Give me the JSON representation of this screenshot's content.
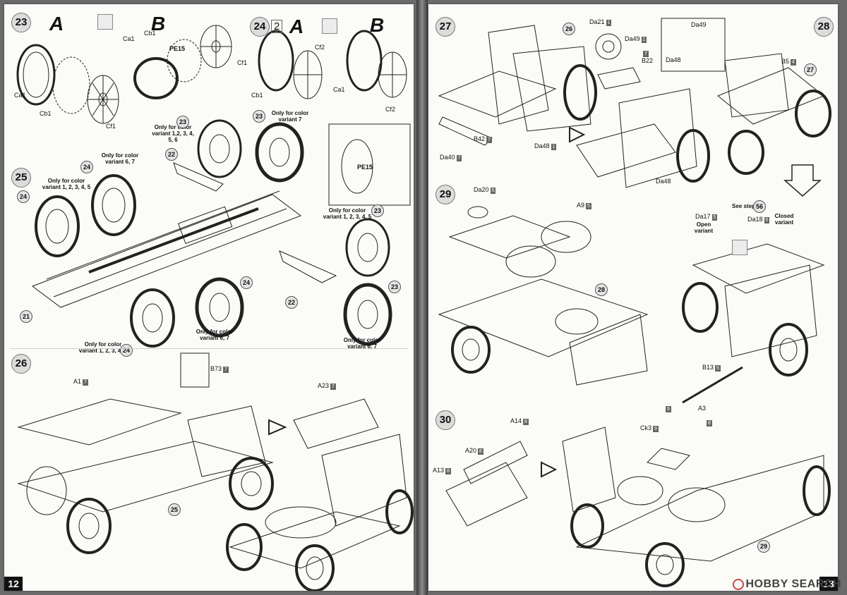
{
  "pages": {
    "left_number": "12",
    "right_number": "13"
  },
  "steps": {
    "s23": "23",
    "s24": "24",
    "s25": "25",
    "s26": "26",
    "s27": "27",
    "s28": "28",
    "s29": "29",
    "s30": "30"
  },
  "variants": {
    "A": "A",
    "B": "B",
    "x2": "2"
  },
  "parts": {
    "ca1": "Ca1",
    "cb1": "Cb1",
    "cf1": "Cf1",
    "cf2": "Cf2",
    "pe15": "PE15",
    "a1": "A1",
    "b73": "B73",
    "a23": "A23",
    "da21": "Da21",
    "da49": "Da49",
    "b22": "B22",
    "da48": "Da48",
    "b42": "B42",
    "da40": "Da40",
    "b5": "B5",
    "da20": "Da20",
    "a9": "A9",
    "da17": "Da17",
    "da18": "Da18",
    "b13": "B13",
    "a14": "A14",
    "a20": "A20",
    "a13": "A13",
    "ck3": "Ck3",
    "a3": "A3"
  },
  "tags": {
    "t7": "7",
    "t1": "1",
    "t2": "2",
    "t5": "5",
    "t4": "4",
    "t8": "8",
    "t9": "9"
  },
  "refs": {
    "r21": "21",
    "r22": "22",
    "r23": "23",
    "r24": "24",
    "r25": "25",
    "r26": "26",
    "r27": "27",
    "r28": "28",
    "r29": "29",
    "r56": "56"
  },
  "notes": {
    "cv_1_6": "Only for color variant 1,2, 3, 4, 5, 6",
    "cv_7": "Only for color variant 7",
    "cv_67": "Only for color variant 6, 7",
    "cv_1_5": "Only for color variant 1, 2, 3, 4, 5",
    "cv_1_5b": "Only for color variant 1, 2, 3, 4, 5",
    "cv_67b": "Only for color variant 6, 7",
    "cv_1_5c": "Only for color variant 1, 2, 3, 4, 5",
    "cv_67c": "Only for color variant 6, 7",
    "open": "Open variant",
    "closed": "Closed variant",
    "see_step": "See step"
  },
  "watermark": "HOBBY SEARCH",
  "colors": {
    "paper": "#fbfbf8",
    "line": "#222222",
    "tag": "#666666",
    "badge": "#dcdcdc"
  }
}
